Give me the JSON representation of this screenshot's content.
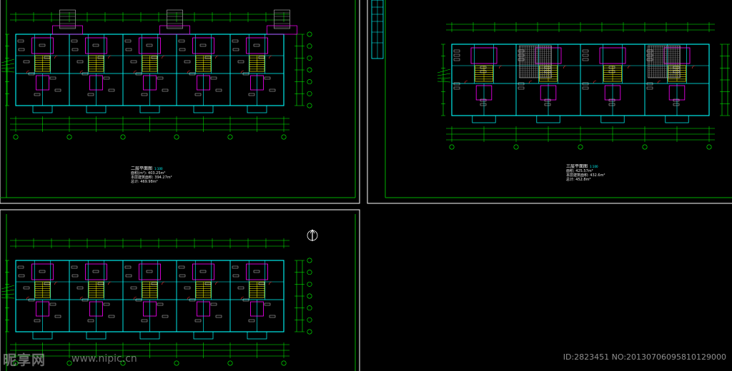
{
  "colors": {
    "background": "#000000",
    "frame": "#ffffff",
    "border_green": "#00b000",
    "wall_cyan": "#00ffff",
    "wall_magenta": "#ff00ff",
    "stair_yellow": "#ffff00",
    "dimension_green": "#00ff00",
    "label_white": "#ffffff",
    "door_red": "#ff3030"
  },
  "sheets": [
    {
      "name": "second-floor-plan",
      "title": "二层平面图",
      "scale": "1:100",
      "info_lines": [
        "面积(m²): 403.25m²",
        "本层建筑面积: 394.27m²",
        "总计: 469.98m²"
      ]
    },
    {
      "name": "third-floor-plan",
      "title": "三层平面图",
      "scale": "1:100",
      "info_lines": [
        "面积: 425.57m²",
        "本层建筑面积: 432.6m²",
        "总计: 452.8m²"
      ]
    },
    {
      "name": "first-floor-plan",
      "title": "",
      "scale": "",
      "info_lines": []
    }
  ],
  "watermark": {
    "logo": "昵享网",
    "url": "www.nipic.cn",
    "id_line": "ID:2823451 NO:20130706095810129000"
  }
}
